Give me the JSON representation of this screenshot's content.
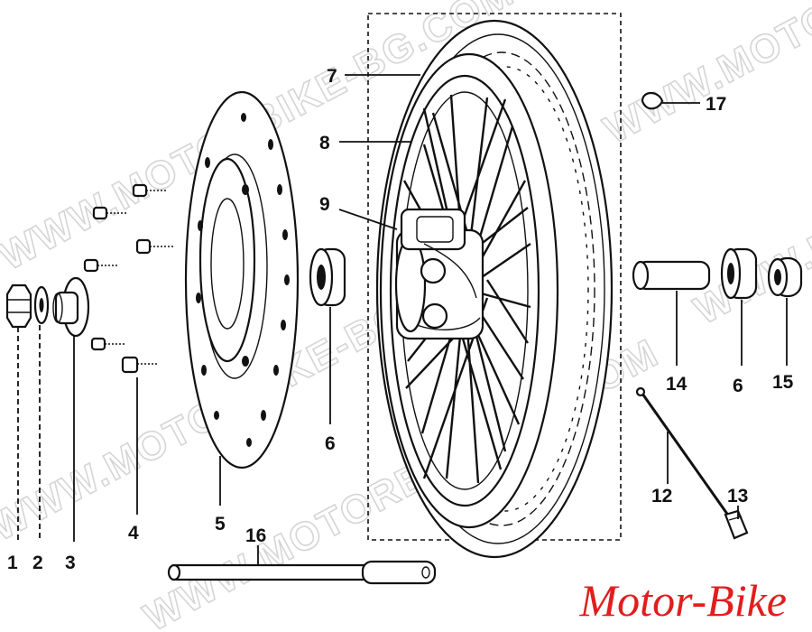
{
  "brand_text": "Motor-Bike",
  "watermark_text": "WWW.MOTORBIKE-BG.COM",
  "brand_color": "#e01e1e",
  "callouts": {
    "c1": "1",
    "c2": "2",
    "c3": "3",
    "c4": "4",
    "c5": "5",
    "c6a": "6",
    "c6b": "6",
    "c7": "7",
    "c8": "8",
    "c9": "9",
    "c12": "12",
    "c13": "13",
    "c14": "14",
    "c15": "15",
    "c16": "16",
    "c17": "17"
  }
}
